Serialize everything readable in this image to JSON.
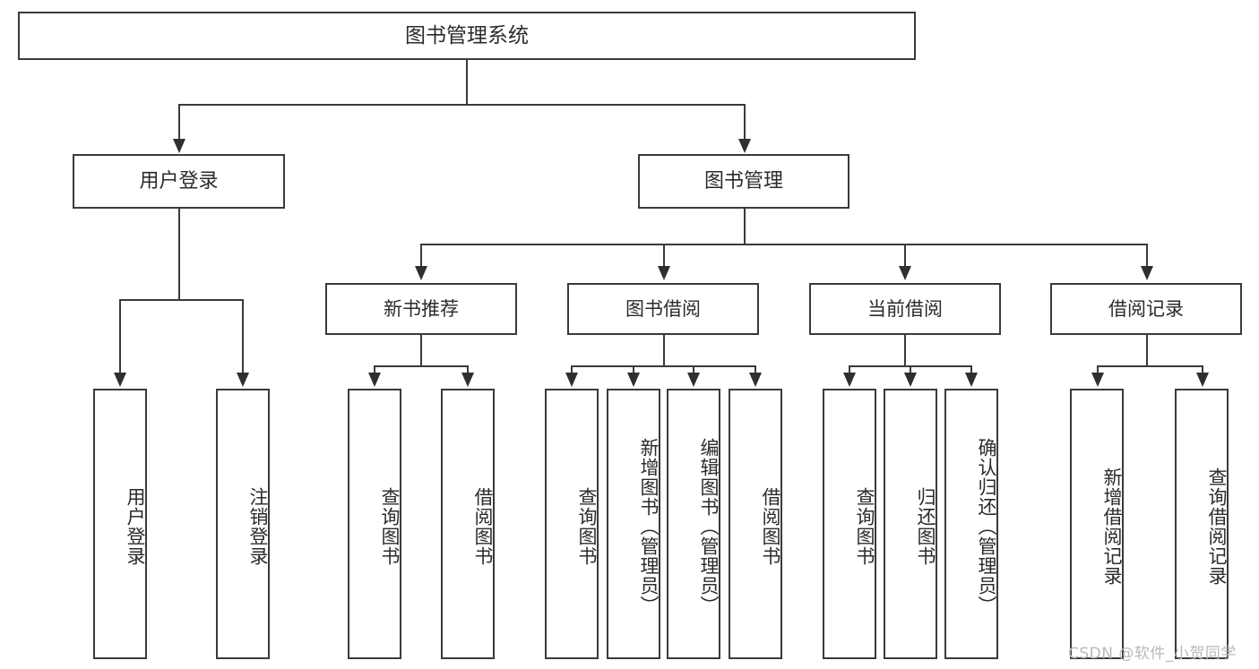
{
  "diagram": {
    "title": "图书管理系统",
    "type": "tree",
    "root": {
      "label": "图书管理系统",
      "children": [
        {
          "label": "用户登录",
          "children": [
            {
              "label": "用户登录"
            },
            {
              "label": "注销登录"
            }
          ]
        },
        {
          "label": "图书管理",
          "children": [
            {
              "label": "新书推荐",
              "children": [
                {
                  "label": "查询图书"
                },
                {
                  "label": "借阅图书"
                }
              ]
            },
            {
              "label": "图书借阅",
              "children": [
                {
                  "label": "查询图书"
                },
                {
                  "label": "新增图书（管理员）"
                },
                {
                  "label": "编辑图书（管理员）"
                },
                {
                  "label": "借阅图书"
                }
              ]
            },
            {
              "label": "当前借阅",
              "children": [
                {
                  "label": "查询图书"
                },
                {
                  "label": "归还图书"
                },
                {
                  "label": "确认归还（管理员）"
                }
              ]
            },
            {
              "label": "借阅记录",
              "children": [
                {
                  "label": "新增借阅记录"
                },
                {
                  "label": "查询借阅记录"
                }
              ]
            }
          ]
        }
      ]
    },
    "nodes": {
      "root": "图书管理系统",
      "user_login": "用户登录",
      "book_manage": "图书管理",
      "new_book_rec": "新书推荐",
      "book_borrow": "图书借阅",
      "current_borrow": "当前借阅",
      "borrow_record": "借阅记录",
      "leaf_user_login": "用户登录",
      "leaf_logout": "注销登录",
      "leaf_query_book_1": "查询图书",
      "leaf_borrow_book_1": "借阅图书",
      "leaf_query_book_2": "查询图书",
      "leaf_add_book": "新增图书（管理员）",
      "leaf_edit_book": "编辑图书（管理员）",
      "leaf_borrow_book_2": "借阅图书",
      "leaf_query_book_3": "查询图书",
      "leaf_return_book": "归还图书",
      "leaf_confirm_return": "确认归还（管理员）",
      "leaf_add_record": "新增借阅记录",
      "leaf_query_record": "查询借阅记录"
    },
    "colors": {
      "box_border": "#3a3a3a",
      "box_fill": "#ffffff",
      "text": "#2b2b2b",
      "connector": "#3a3a3a",
      "watermark": "#b9b9b9"
    }
  },
  "watermark": {
    "text": "CSDN @软件_小贺同学"
  }
}
